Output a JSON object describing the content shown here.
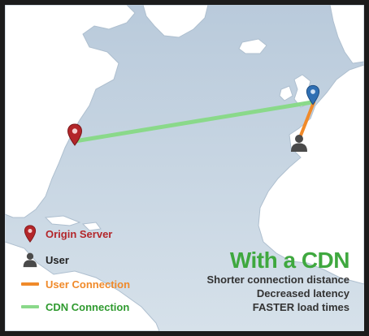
{
  "colors": {
    "ocean": "#c9d7e3",
    "land": "#ffffff",
    "origin_red": "#b3262a",
    "pin_blue": "#2f6fb3",
    "user_orange": "#f08a2a",
    "cdn_green": "#8ad98a",
    "title_green": "#3fa83f"
  },
  "icons": {
    "origin": "map-pin-red-icon",
    "edge": "map-pin-blue-icon",
    "user": "user-silhouette-icon"
  },
  "legend": {
    "origin_server": "Origin Server",
    "user": "User",
    "user_connection": "User Connection",
    "cdn_connection": "CDN Connection"
  },
  "headline": {
    "title": "With a CDN",
    "lines": [
      "Shorter connection distance",
      "Decreased latency",
      "FASTER load times"
    ]
  }
}
